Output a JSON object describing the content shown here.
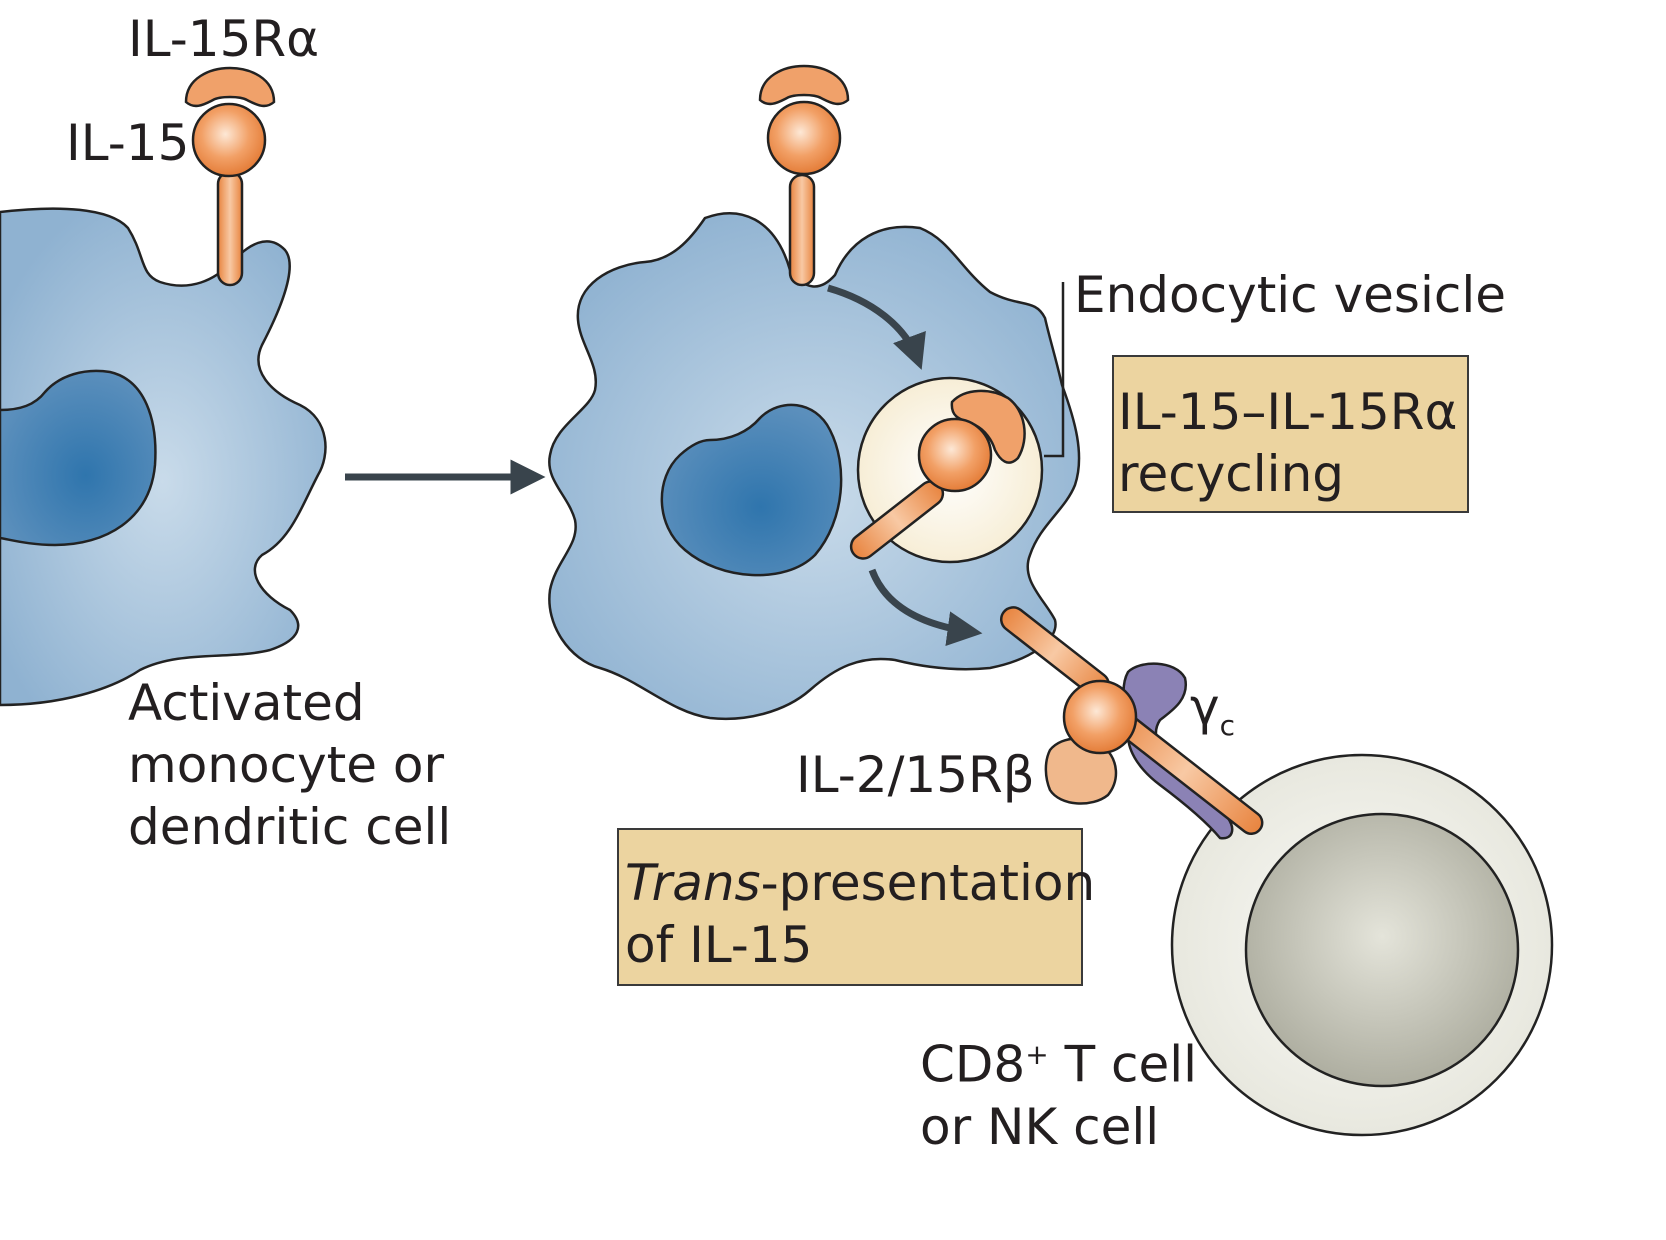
{
  "labels": {
    "il15ra": "IL-15Rα",
    "il15": "IL-15",
    "endocytic_vesicle": "Endocytic vesicle",
    "recycling_line1": "IL-15–IL-15Rα",
    "recycling_line2": "recycling",
    "gamma_c_symbol": "γ",
    "gamma_c_sub": "c",
    "il2_15rb": "IL-2/15Rβ",
    "trans_italic": "Trans",
    "trans_rest": "-presentation",
    "trans_line2": "of IL-15",
    "monocyte_line1": "Activated",
    "monocyte_line2": "monocyte or",
    "monocyte_line3": "dendritic cell",
    "tcell_cd8": "CD8",
    "tcell_plus": "+",
    "tcell_rest": " T cell",
    "tcell_line2": "or NK cell"
  },
  "colors": {
    "cell_blue": "#8fb2d1",
    "nucleus_blue": "#3a78aa",
    "il15_orange": "#e8823f",
    "receptor_orange": "#f0a16a",
    "gamma_c_purple": "#8b82b5",
    "label_box": "#ecd4a0",
    "vesicle": "#fbf4e2",
    "tcell_grey": "#d9d9cf",
    "arrow": "#39444c"
  }
}
